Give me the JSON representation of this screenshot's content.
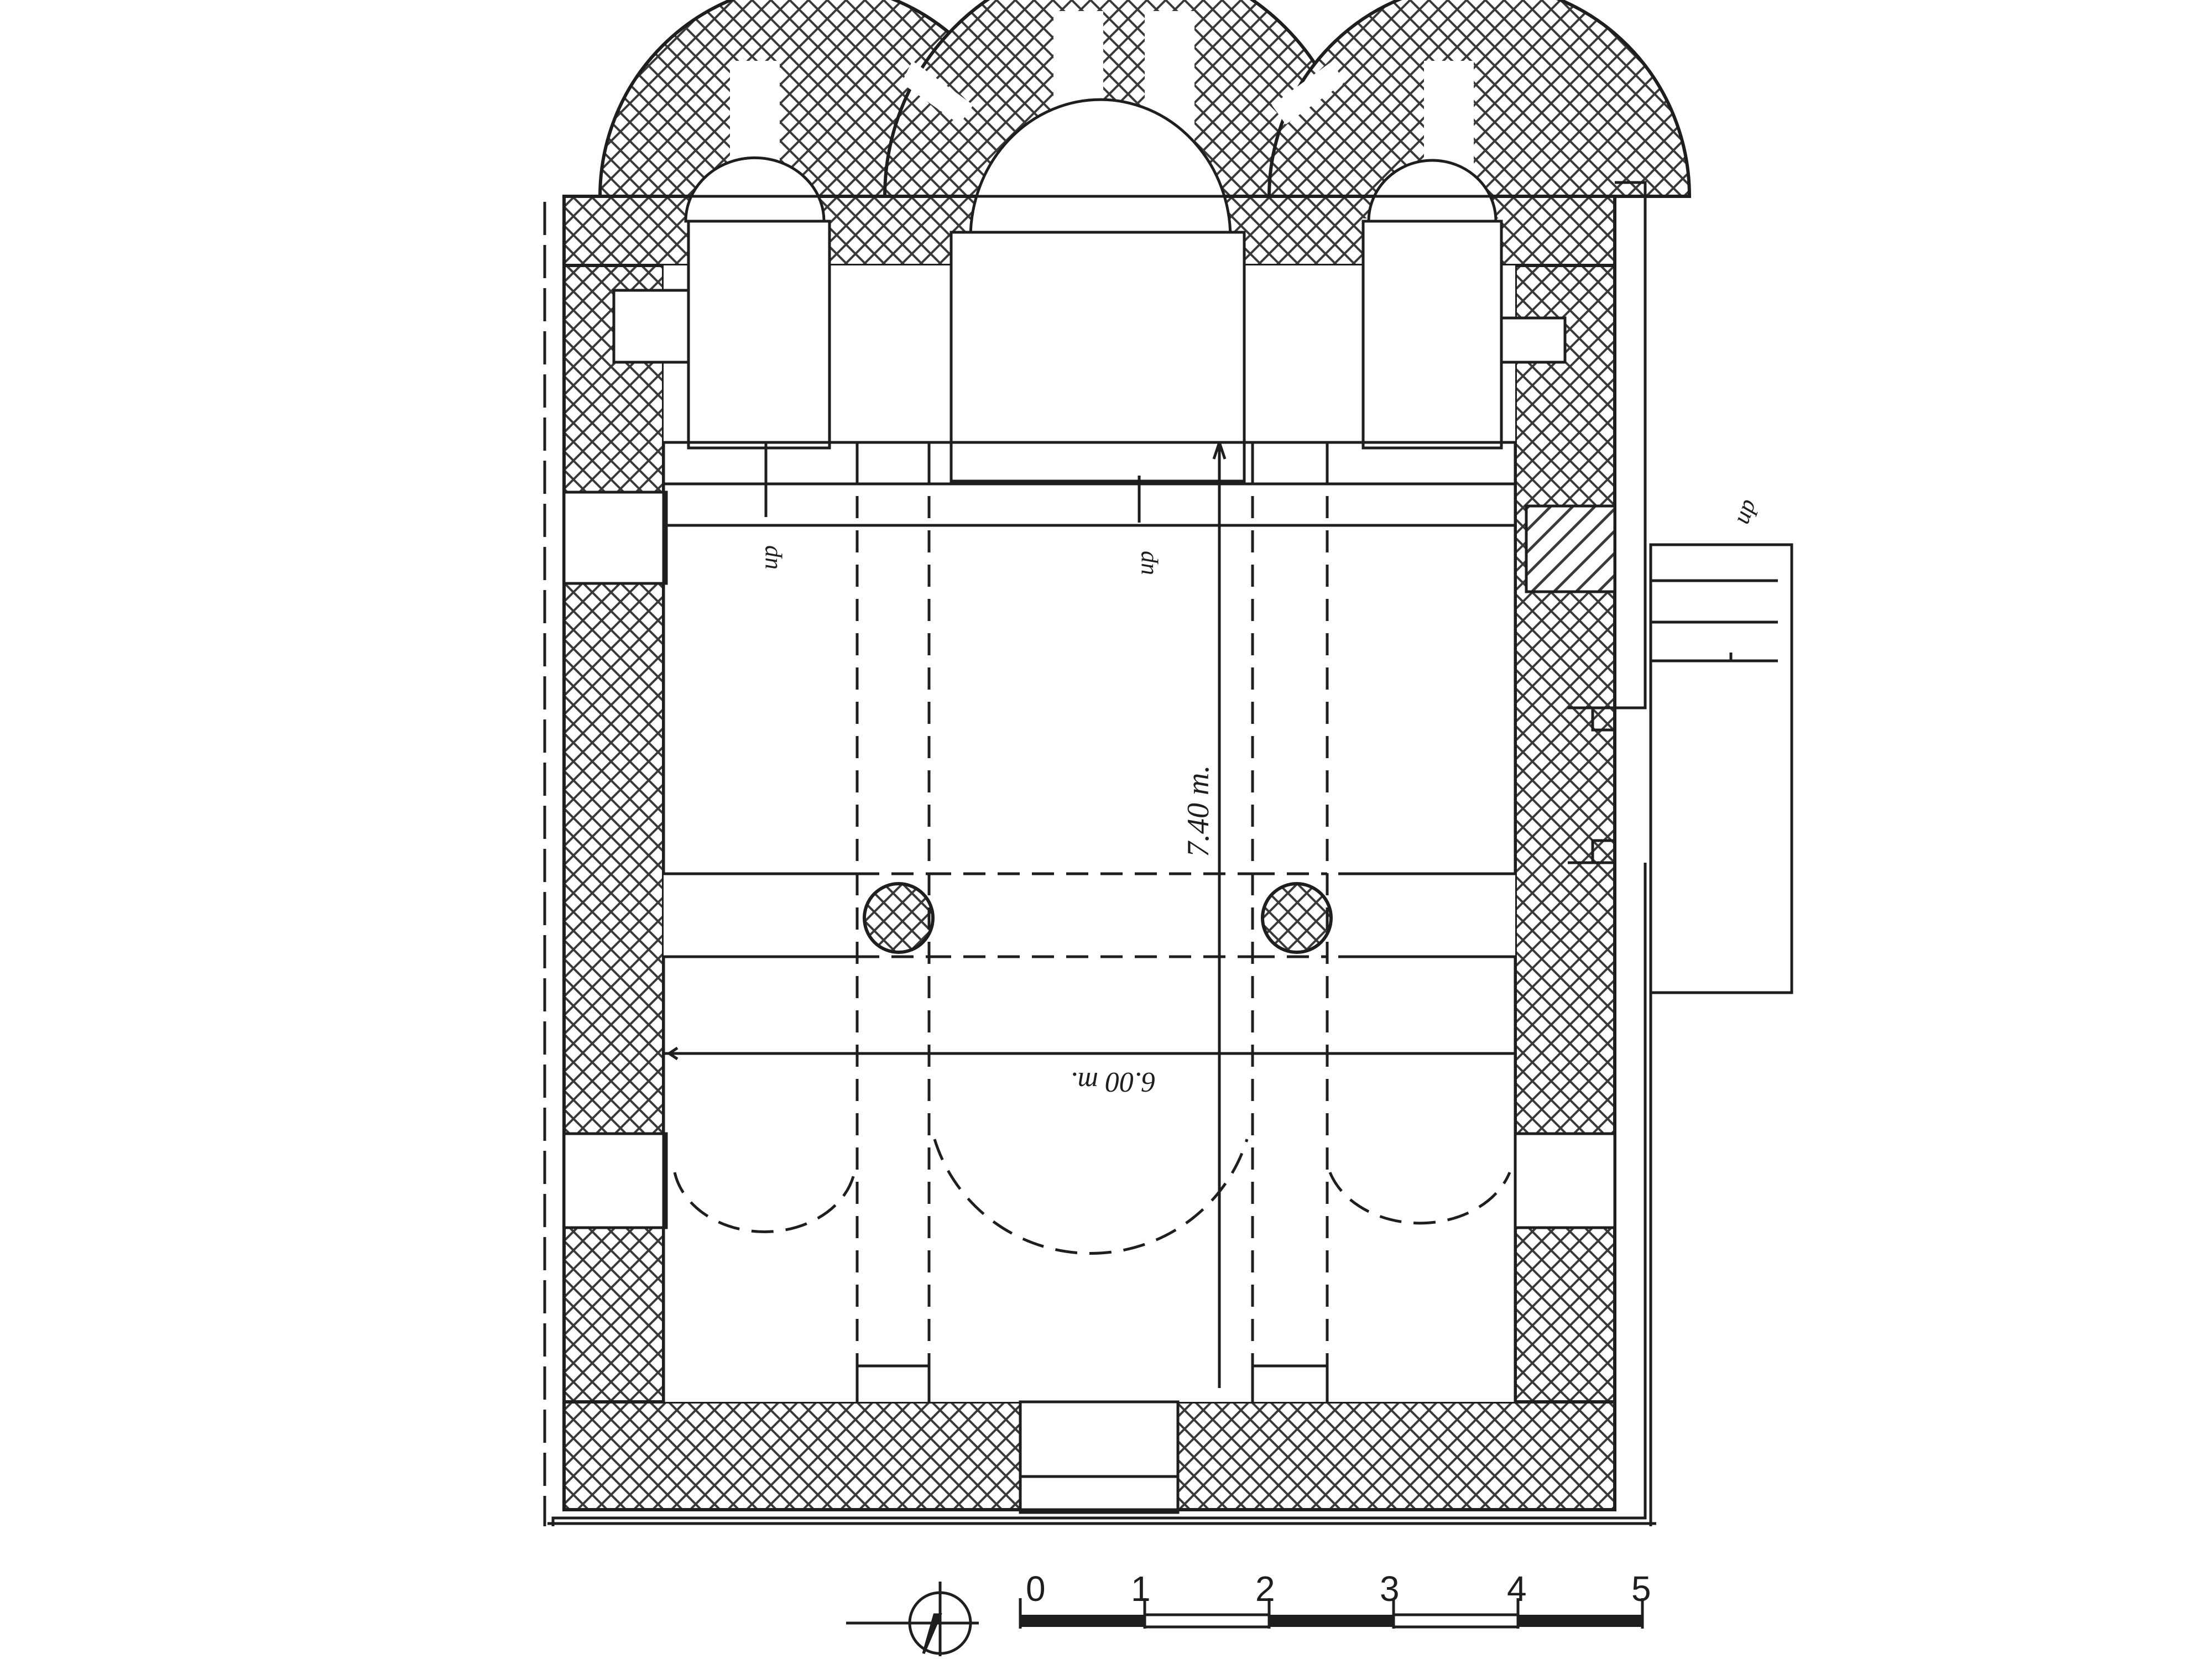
{
  "drawing": {
    "line_color": "#1e1e1e",
    "paper_color": "#ffffff",
    "wall_hatch_color": "#3a3a3a",
    "dims": {
      "length": "7.40 m.",
      "width": "6.00 m."
    },
    "stair_marks": [
      "up",
      "up",
      "up"
    ],
    "scale_bar": {
      "ticks": [
        "0",
        "1",
        "2",
        "3",
        "4",
        "5"
      ]
    },
    "north_arrow_icon": "north-arrow-icon"
  }
}
